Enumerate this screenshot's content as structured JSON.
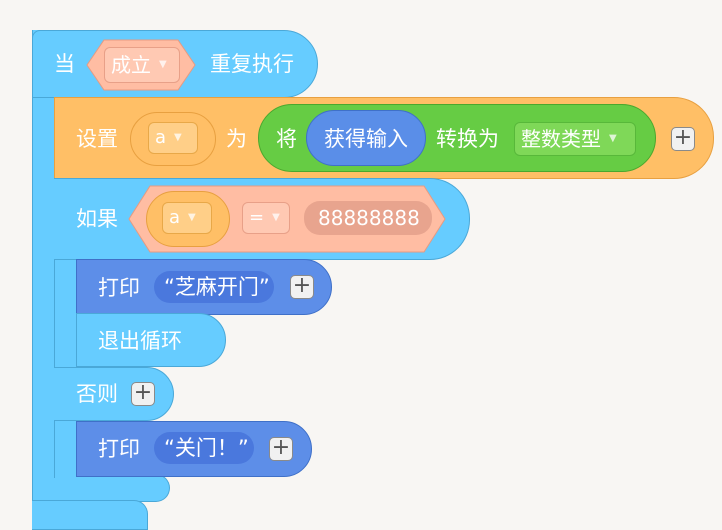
{
  "loop": {
    "prefix": "当",
    "condition_value": "成立",
    "suffix": "重复执行"
  },
  "set_block": {
    "label": "设置",
    "variable": "a",
    "to_label": "为",
    "convert_prefix": "将",
    "input_label": "获得输入",
    "convert_label": "转换为",
    "type_value": "整数类型"
  },
  "if_block": {
    "label": "如果",
    "left_variable": "a",
    "operator": "=",
    "right_value": "88888888"
  },
  "print_true": {
    "label": "打印",
    "text": "芝麻开门"
  },
  "break_block": {
    "label": "退出循环"
  },
  "else_block": {
    "label": "否则"
  },
  "print_false": {
    "label": "打印",
    "text": "关门！"
  },
  "colors": {
    "loop": "#66ccff",
    "set": "#ffbf66",
    "convert": "#66cc44",
    "input": "#5a8ee8",
    "print": "#5d8ee8",
    "compare": "#ffbda3",
    "string": "#4a78dd"
  }
}
